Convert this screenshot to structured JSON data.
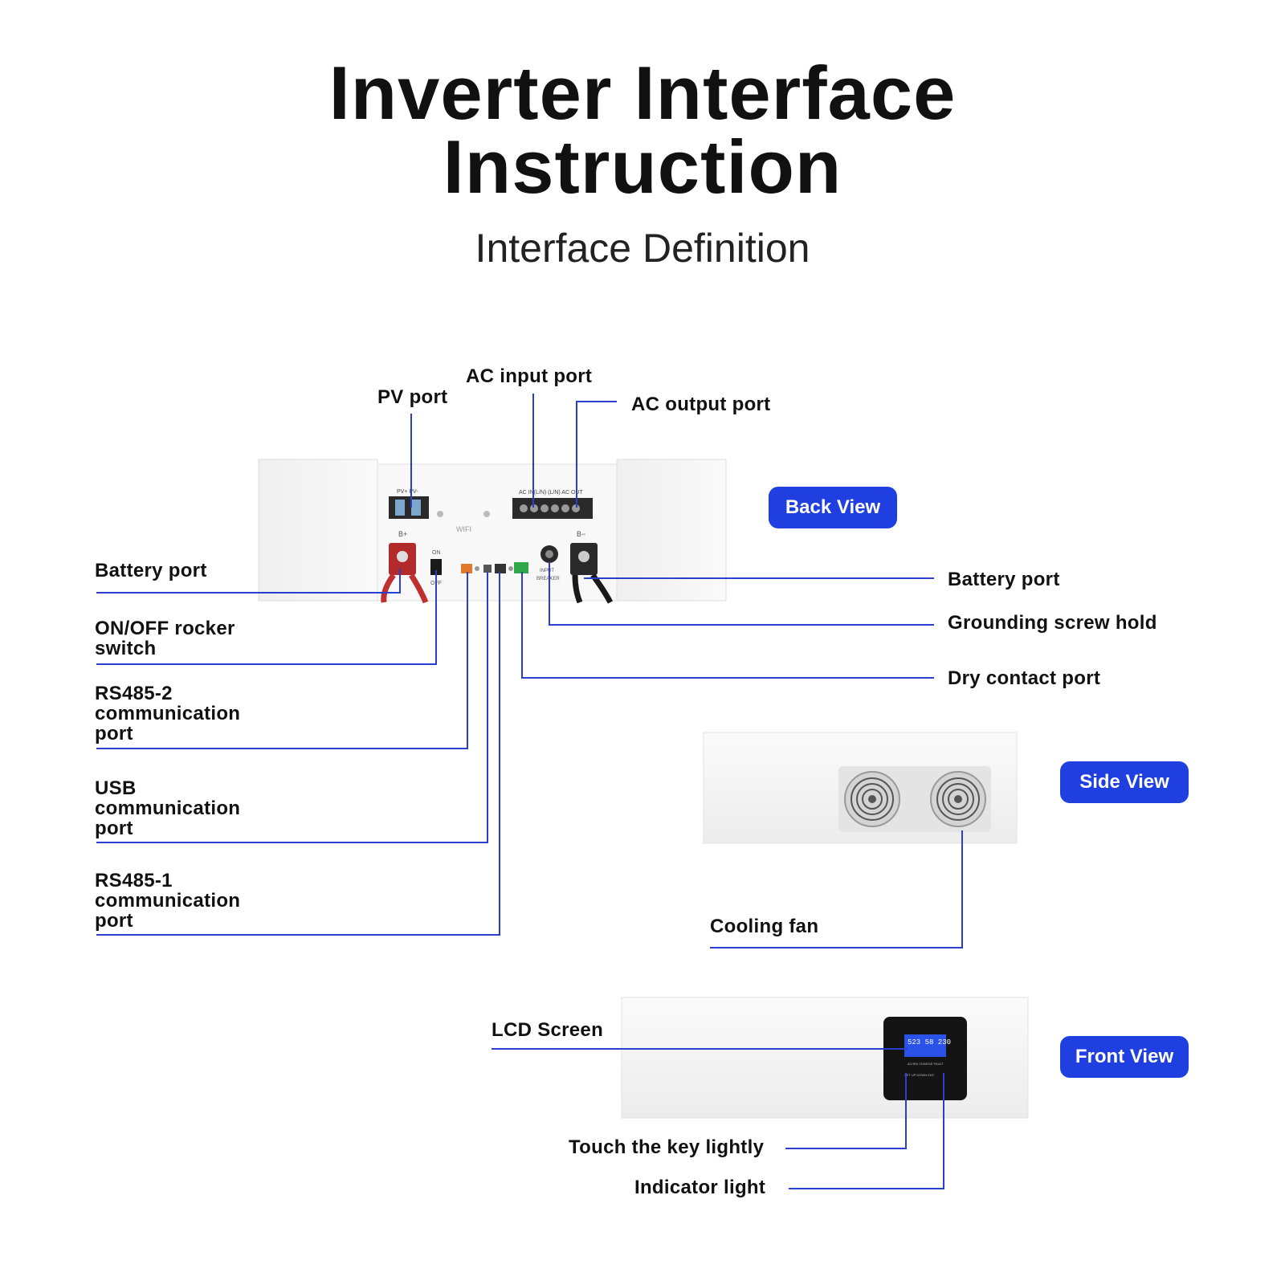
{
  "title_line1": "Inverter Interface",
  "title_line2": "Instruction",
  "subtitle": "Interface Definition",
  "views": {
    "back": "Back View",
    "side": "Side View",
    "front": "Front View"
  },
  "labels": {
    "pv_port": "PV port",
    "ac_input_port": "AC input port",
    "ac_output_port": "AC output port",
    "battery_port_left": "Battery port",
    "on_off_switch": "ON/OFF rocker\nswitch",
    "rs485_2": "RS485-2\ncommunication\nport",
    "usb": "USB\ncommunication\nport",
    "rs485_1": "RS485-1\ncommunication\nport",
    "battery_port_right": "Battery port",
    "grounding_screw": "Grounding screw hold",
    "dry_contact": "Dry contact port",
    "cooling_fan": "Cooling fan",
    "lcd_screen": "LCD Screen",
    "touch_key": "Touch the key lightly",
    "indicator_light": "Indicator light"
  },
  "panel_text": {
    "pv": "PV+ PV-",
    "ac": "AC IN(L/N)  (L/N) AC OUT",
    "bplus": "B+",
    "bminus": "B−",
    "wifi": "WIFI",
    "on": "ON",
    "off": "OFF",
    "breaker": "INPUT\nBREAKER",
    "lcd_readout": "523 58 230",
    "led_labels": "AC/INV  CHARGE  FAULT",
    "key_labels": "SET  UP  DOWN  ENT"
  },
  "colors": {
    "accent": "#1f3fe0",
    "line": "#2a3fd0",
    "device_body": "#f4f4f4"
  }
}
